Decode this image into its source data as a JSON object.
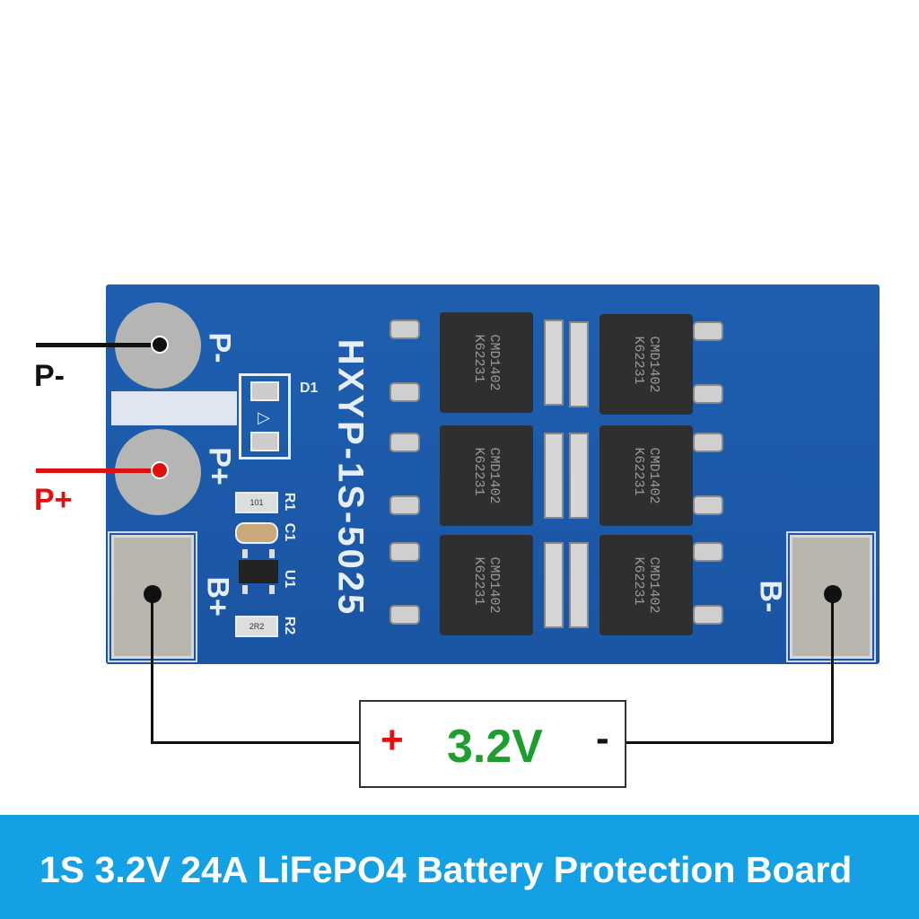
{
  "board": {
    "model": "HXYP-1S-5025",
    "pad_labels": {
      "p_minus": "P-",
      "p_plus": "P+",
      "b_plus": "B+",
      "b_minus": "B-"
    },
    "components": {
      "d1": "D1",
      "r1": "R1",
      "c1": "C1",
      "u1": "U1",
      "r2": "R2",
      "r1_code": "101",
      "r2_code": "2R2"
    },
    "mosfets": [
      {
        "line1": "CMD1402",
        "line2": "K62231"
      },
      {
        "line1": "CMD1402",
        "line2": "K62231"
      },
      {
        "line1": "CMD1402",
        "line2": "K62231"
      },
      {
        "line1": "CMD1402",
        "line2": "K62231"
      },
      {
        "line1": "CMD1402",
        "line2": "K62231"
      },
      {
        "line1": "CMD1402",
        "line2": "K62231"
      }
    ]
  },
  "wires": {
    "p_minus_label": "P-",
    "p_plus_label": "P+"
  },
  "battery": {
    "plus": "+",
    "voltage": "3.2V",
    "minus": "-"
  },
  "banner": {
    "title": "1S 3.2V 24A LiFePO4 Battery Protection Board"
  },
  "colors": {
    "board": "#1d5aa8",
    "banner": "#13a0e4",
    "positive": "#e01010",
    "voltage": "#1e9e2e"
  }
}
